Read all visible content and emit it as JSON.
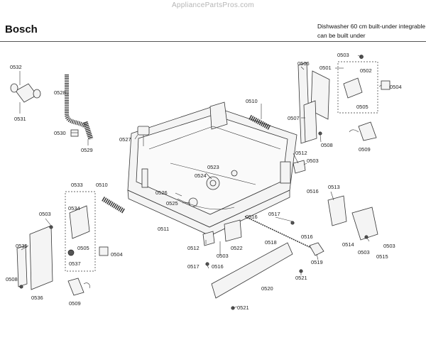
{
  "watermark": "AppliancePartsPros.com",
  "header": {
    "brand": "Bosch",
    "description_line1": "Dishwasher 60 cm built-under integrable",
    "description_line2": "can be built under"
  },
  "labels": {
    "l0532": "0532",
    "l0531": "0531",
    "l0528": "0528",
    "l0530": "0530",
    "l0529": "0529",
    "l0527": "0527",
    "l0510a": "0510",
    "l0510b": "0510",
    "l0506": "0506",
    "l0501": "0501",
    "l0503a": "0503",
    "l0502": "0502",
    "l0504a": "0504",
    "l0505a": "0505",
    "l0507": "0507",
    "l0508a": "0508",
    "l0509a": "0509",
    "l0512a": "0512",
    "l0503b": "0503",
    "l0523": "0523",
    "l0524": "0524",
    "l0526": "0526",
    "l0525": "0525",
    "l0511": "0511",
    "l0533": "0533",
    "l0503c": "0503",
    "l0534": "0534",
    "l0505b": "0505",
    "l0504b": "0504",
    "l0537": "0537",
    "l0535": "0535",
    "l0508b": "0508",
    "l0536": "0536",
    "l0509b": "0509",
    "l0516a": "0516",
    "l0513": "0513",
    "l0517a": "0517",
    "l0516b": "0516",
    "l0516c": "0516",
    "l0518": "0518",
    "l0512b": "0512",
    "l0503d": "0503",
    "l0522": "0522",
    "l0514": "0514",
    "l0503e": "0503",
    "l0503f": "0503",
    "l0515": "0515",
    "l0519": "0519",
    "l0517b": "0517",
    "l0516d": "0516",
    "l0521a": "0521",
    "l0520": "0520",
    "l0521b": "0521"
  }
}
